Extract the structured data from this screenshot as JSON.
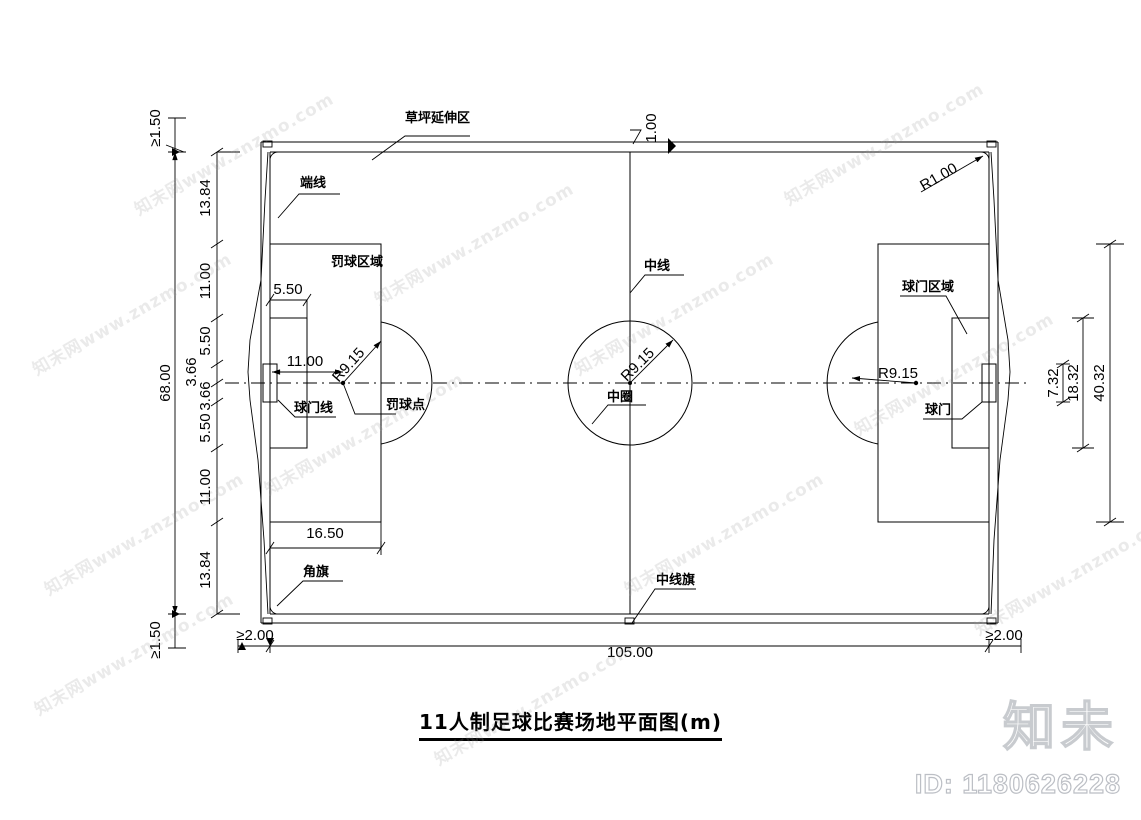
{
  "drawing": {
    "title": "11人制足球比赛场地平面图(m)",
    "unit": "m",
    "type": "cad-plan"
  },
  "labels": {
    "lawn_extension": "草坪延伸区",
    "end_line": "端线",
    "penalty_area": "罚球区域",
    "goal_line": "球门线",
    "penalty_spot": "罚球点",
    "center_line": "中线",
    "center_circle": "中圈",
    "goal_area": "球门区域",
    "goal": "球门",
    "corner_flag": "角旗",
    "center_flag": "中线旗"
  },
  "dimensions": {
    "left_chain": [
      "13.84",
      "11.00",
      "5.50",
      "3.66",
      "3.66",
      "5.50",
      "11.00",
      "13.84"
    ],
    "left_total": "68.00",
    "left_top_clearance": "≥1.50",
    "left_bottom_clearance": "≥1.50",
    "bottom_left_clearance": "≥2.00",
    "bottom_right_clearance": "≥2.00",
    "bottom_length": "105.00",
    "penalty_area_depth": "16.50",
    "goal_area_depth": "5.50",
    "penalty_spot_distance": "11.00",
    "arc_radius_left": "R9.15",
    "arc_radius_center": "R9.15",
    "arc_radius_right": "R9.15",
    "corner_radius": "R1.00",
    "lawn_strip_width": "1.00",
    "right_goal_width": "7.32",
    "right_goal_area_width": "18.32",
    "right_penalty_area_width": "40.32"
  },
  "watermarks": {
    "site_text": "知末网www.znzmo.com",
    "brand": "知未",
    "id": "ID: 1180626228"
  },
  "colors": {
    "line": "#000000",
    "background": "#ffffff",
    "watermark": "rgba(150,150,150,0.20)"
  }
}
